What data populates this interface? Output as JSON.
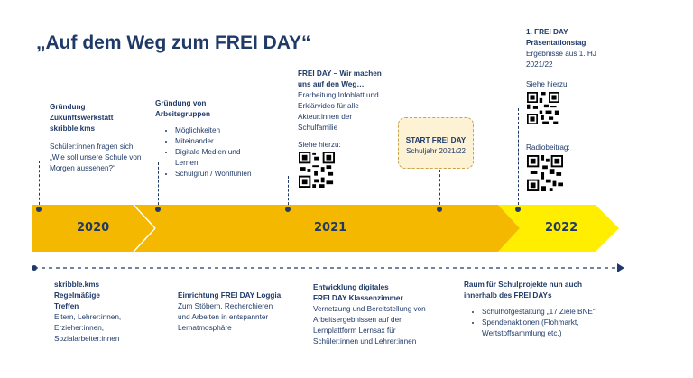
{
  "title": "„Auf dem Weg zum FREI DAY“",
  "years": [
    "2020",
    "2021",
    "2022"
  ],
  "colors": {
    "arrow_dark": "#f5b800",
    "arrow_light": "#ffee00",
    "text": "#1f3a68",
    "start_box": "#fdf3d4"
  },
  "top": {
    "gruendung": {
      "l1": "Gründung",
      "l2": "Zukunftswerkstatt",
      "l3": "skribble.kms",
      "q1": "Schüler:innen fragen sich:",
      "q2": "„Wie soll unsere Schule von",
      "q3": "Morgen aussehen?“"
    },
    "arbeitsgruppen": {
      "l1": "Gründung von",
      "l2": "Arbeitsgruppen",
      "items": [
        "Möglichkeiten",
        "Miteinander",
        "Digitale Medien und Lernen",
        "Schulgrün / Wohlfühlen"
      ]
    },
    "freiday": {
      "l1": "FREI DAY – Wir machen",
      "l2": "uns auf den Weg…",
      "d1": "Erarbeitung Infoblatt und",
      "d2": "Erklärvideo für alle",
      "d3": "Akteur:innen der",
      "d4": "Schulfamilie",
      "see": "Siehe hierzu:"
    },
    "start": {
      "l1": "START FREI DAY",
      "l2": "Schuljahr 2021/22"
    },
    "praesentation": {
      "l1": "1. FREI DAY",
      "l2": "Präsentationstag",
      "d1": "Ergebnisse aus 1. HJ",
      "d2": "2021/22",
      "see": "Siehe hierzu:",
      "radio": "Radiobeitrag:"
    }
  },
  "bottom": {
    "skribble": {
      "l1": "skribble.kms",
      "l2": "Regelmäßige",
      "l3": "Treffen",
      "d1": "Eltern, Lehrer:innen,",
      "d2": "Erzieher:innen,",
      "d3": "Sozialarbeiter:innen"
    },
    "loggia": {
      "l1": "Einrichtung FREI DAY Loggia",
      "d1": "Zum Stöbern, Recherchieren",
      "d2": "und Arbeiten in entspannter",
      "d3": "Lernatmosphäre"
    },
    "klassenzimmer": {
      "l1": "Entwicklung digitales",
      "l2": "FREI DAY Klassenzimmer",
      "d1": "Vernetzung und Bereitstellung von",
      "d2": "Arbeitsergebnissen auf der",
      "d3": "Lernplattform Lernsax für",
      "d4": "Schüler:innen und Lehrer:innen"
    },
    "raum": {
      "l1": "Raum für Schulprojekte nun auch",
      "l2": "innerhalb des FREI DAYs",
      "items": [
        "Schulhofgestaltung „17 Ziele BNE“",
        "Spendenaktionen (Flohmarkt, Wertstoffsammlung etc.)"
      ]
    }
  }
}
